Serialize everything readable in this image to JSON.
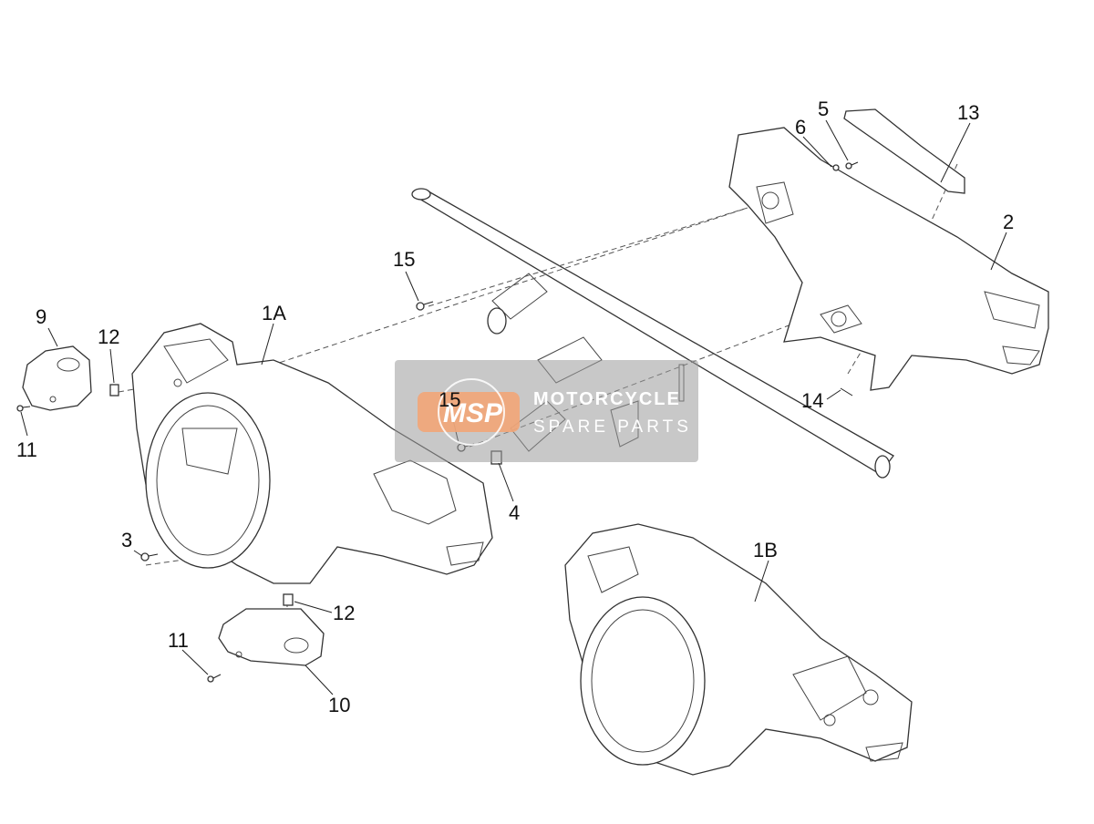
{
  "callouts": [
    "1A",
    "1B",
    "2",
    "3",
    "4",
    "5",
    "6",
    "9",
    "10",
    "11",
    "11",
    "12",
    "12",
    "13",
    "14",
    "15",
    "15"
  ],
  "watermark": {
    "logo_text": "MSP",
    "line1": "MOTORCYCLE",
    "line2": "SPARE PARTS"
  }
}
